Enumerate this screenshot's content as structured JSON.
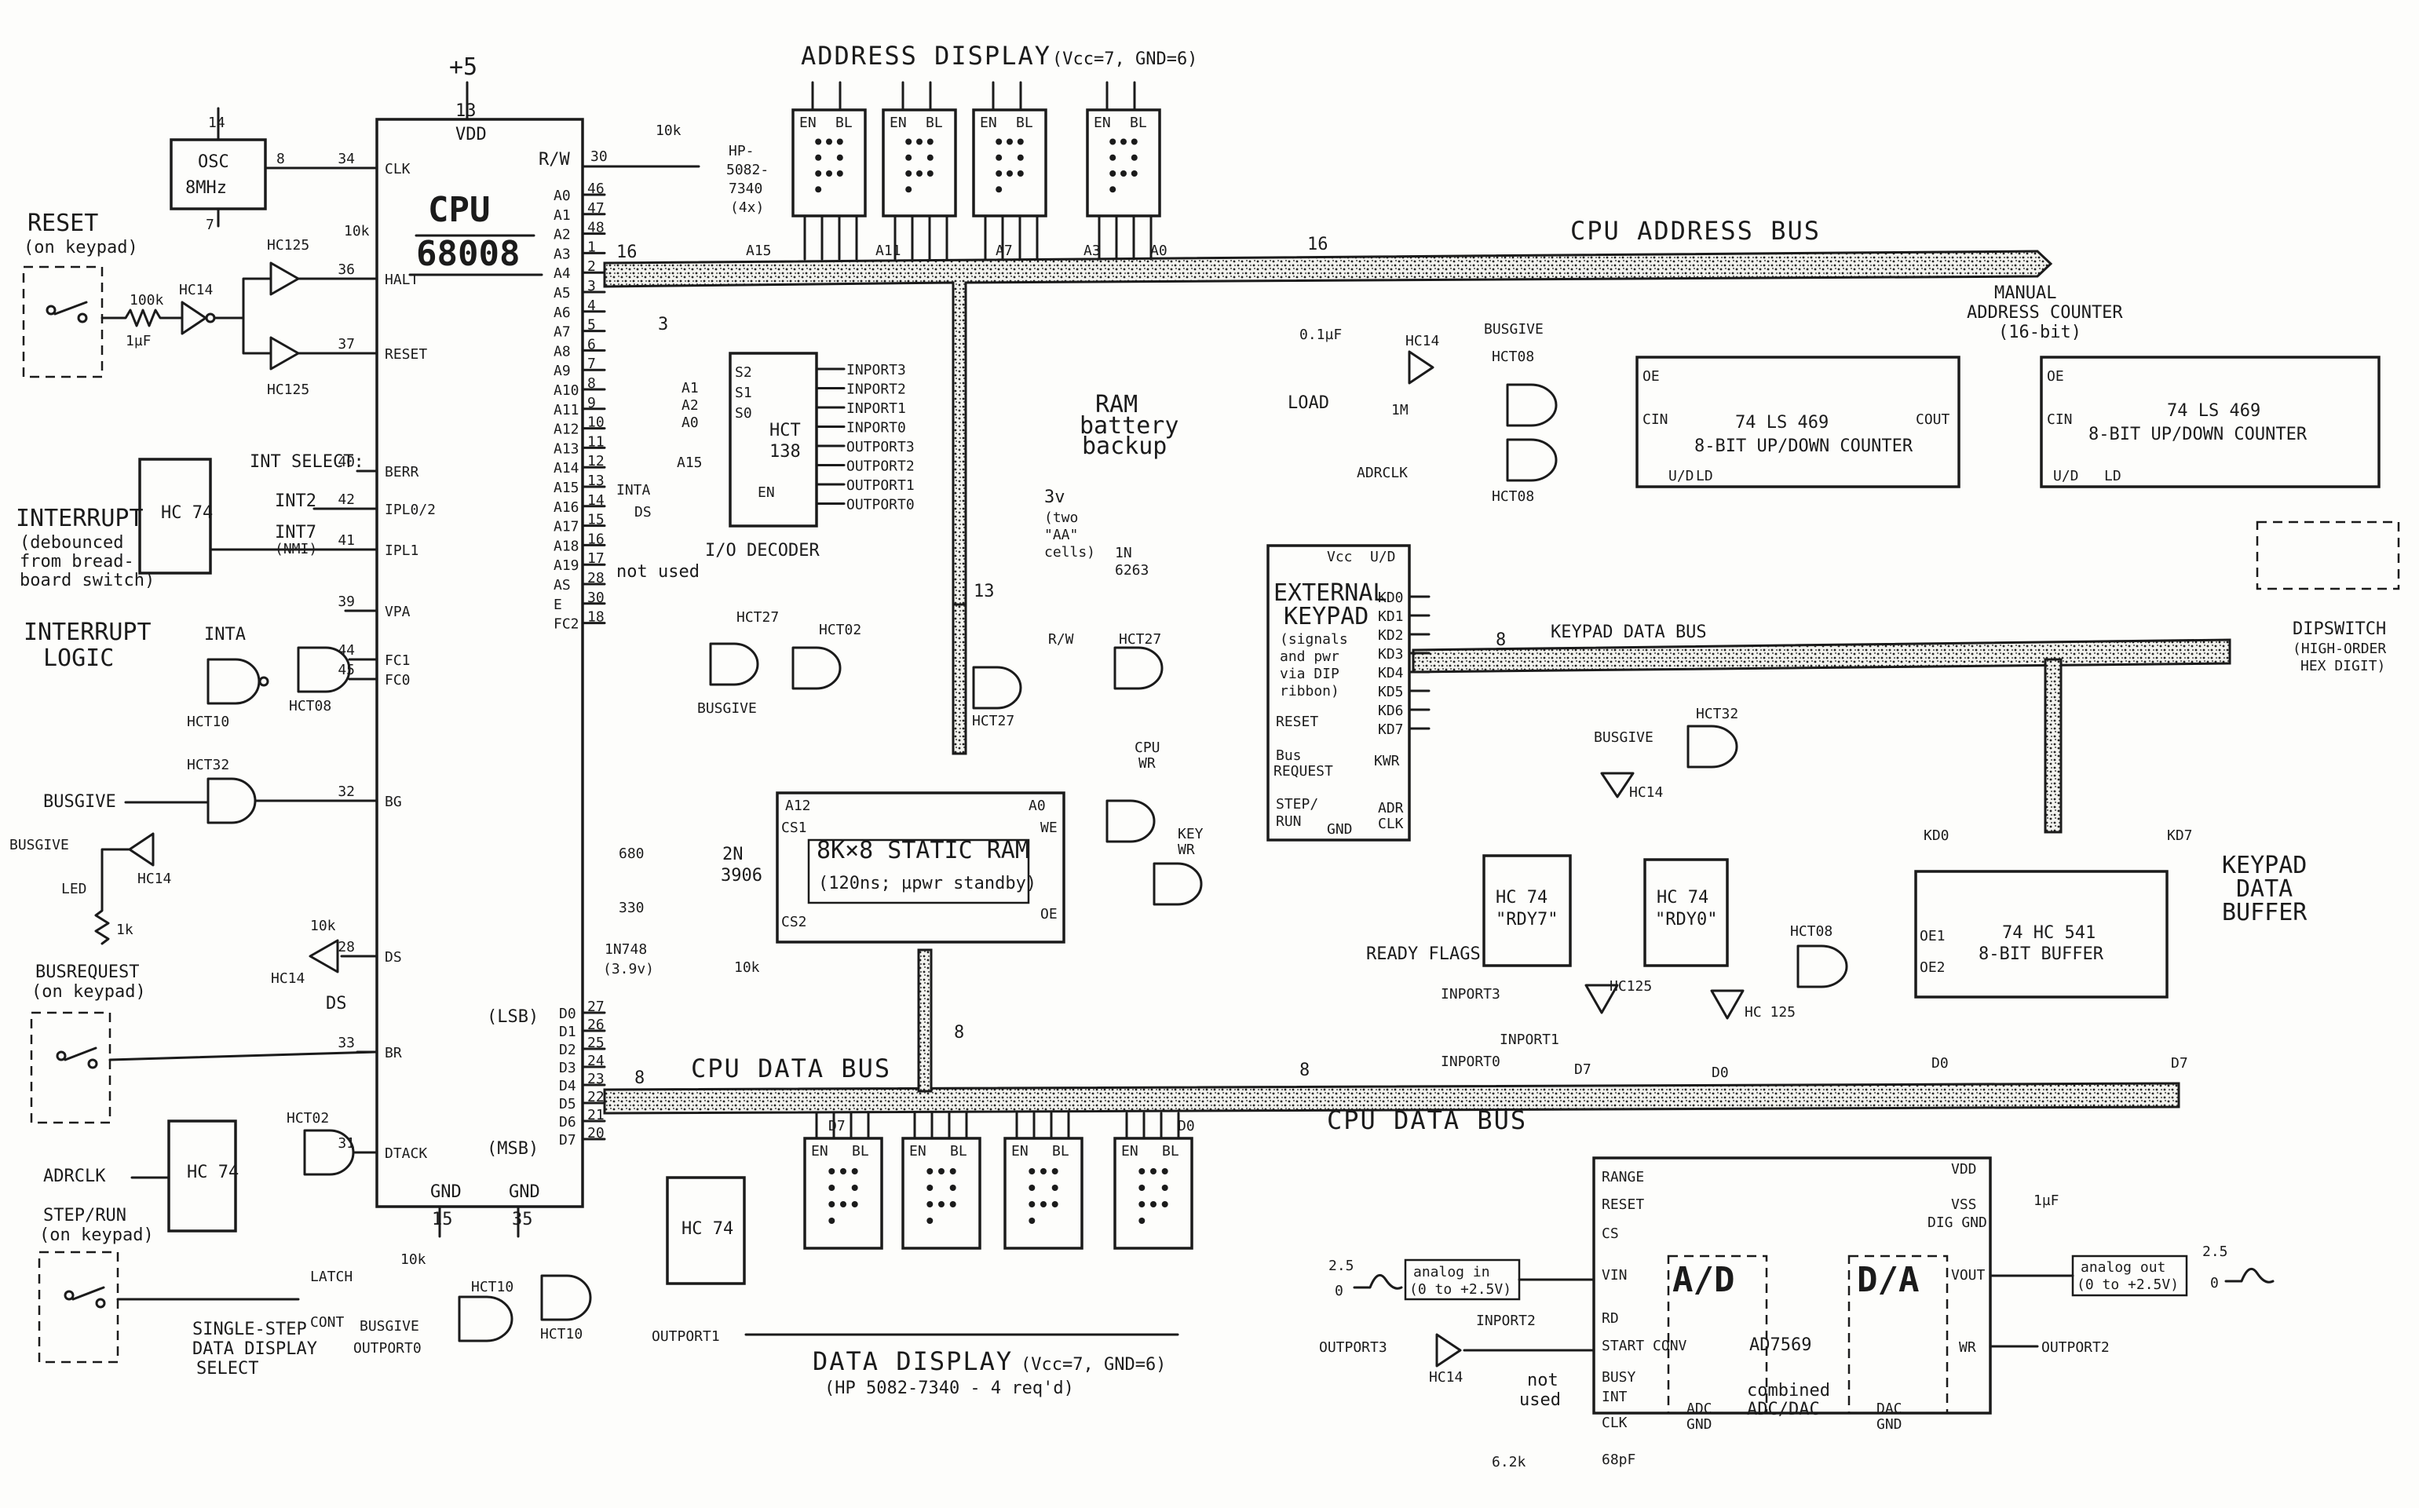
{
  "cpu": {
    "title": "CPU",
    "part": "68008",
    "vdd": "VDD",
    "plus5": "+5",
    "gnd_left": "GND",
    "gnd_right": "GND",
    "pin13": "13",
    "pin15": "15",
    "pin35": "35",
    "left_pins": [
      {
        "num": "34",
        "name": "CLK"
      },
      {
        "num": "36",
        "name": "HALT"
      },
      {
        "num": "37",
        "name": "RESET"
      },
      {
        "num": "40",
        "name": "BERR"
      },
      {
        "num": "42",
        "name": "IPL0/2"
      },
      {
        "num": "41",
        "name": "IPL1"
      },
      {
        "num": "39",
        "name": "VPA"
      },
      {
        "num": "44",
        "name": "FC1"
      },
      {
        "num": "45",
        "name": "FC0"
      },
      {
        "num": "32",
        "name": "BG"
      },
      {
        "num": "28",
        "name": "DS"
      },
      {
        "num": "33",
        "name": "BR"
      },
      {
        "num": "31",
        "name": "DTACK"
      }
    ],
    "addr_pins": [
      "A0",
      "A1",
      "A2",
      "A3",
      "A4",
      "A5",
      "A6",
      "A7",
      "A8",
      "A9",
      "A10",
      "A11",
      "A12",
      "A13",
      "A14",
      "A15",
      "A16",
      "A17",
      "A18",
      "A19",
      "AS",
      "E",
      "FC2"
    ],
    "addr_nums": [
      "46",
      "47",
      "48",
      "1",
      "2",
      "3",
      "4",
      "5",
      "6",
      "7",
      "8",
      "9",
      "10",
      "11",
      "12",
      "13",
      "14",
      "15",
      "16",
      "17",
      "28",
      "30",
      "18"
    ],
    "rw": "R/W",
    "rw_num": "30",
    "data_pins": [
      "D0",
      "D1",
      "D2",
      "D3",
      "D4",
      "D5",
      "D6",
      "D7"
    ],
    "data_nums": [
      "27",
      "26",
      "25",
      "24",
      "23",
      "22",
      "21",
      "20"
    ],
    "lsb": "(LSB)",
    "msb": "(MSB)",
    "not_used": "not used"
  },
  "osc": {
    "label": "OSC",
    "freq": "8MHz",
    "pin14": "14",
    "pin8": "8",
    "pin7": "7"
  },
  "reset": {
    "label": "RESET",
    "sub": "(on keypad)",
    "r": "100k",
    "c": "1µF",
    "gate1": "HC14",
    "gate2": "HC125",
    "gate3": "HC125",
    "r10k": "10k"
  },
  "interrupt": {
    "label": "INTERRUPT",
    "sub1": "(debounced",
    "sub2": "from bread-",
    "sub3": "board switch)",
    "ff": "HC 74",
    "int_select": "INT SELECT:",
    "int2": "INT2",
    "int7": "INT7",
    "nmi": "(NMI)",
    "logic1": "INTERRUPT",
    "logic2": "LOGIC",
    "inta": "INTA",
    "gate_a": "HCT10",
    "gate_b": "HCT08"
  },
  "busgive": {
    "gate": "HCT32",
    "label": "BUSGIVE",
    "led_label": "BUSGIVE",
    "led": "LED",
    "r": "1k",
    "inv": "HC14"
  },
  "busrequest": {
    "label": "BUSREQUEST",
    "sub": "(on keypad)",
    "inv": "HC14",
    "ds": "DS",
    "r": "10k"
  },
  "dtack": {
    "ff": "HC 74",
    "gate": "HCT02",
    "adrclk": "ADRCLK",
    "step": "STEP/RUN",
    "sub": "(on keypad)",
    "r": "10k",
    "latch": "LATCH",
    "cont": "CONT",
    "single": "SINGLE-STEP",
    "single2": "DATA DISPLAY",
    "single3": "SELECT",
    "busgive": "BUSGIVE",
    "outport0": "OUTPORT0",
    "gate2": "HCT10",
    "gate3": "HCT10"
  },
  "address_display": {
    "title": "ADDRESS DISPLAY",
    "vcc": "(Vcc=7, GND=6)",
    "part1": "HP-",
    "part2": "5082-",
    "part3": "7340",
    "part4": "(4x)",
    "en": "EN",
    "bl": "BL",
    "labels": [
      "A15",
      "A11",
      "A7",
      "A3",
      "A0"
    ],
    "r": "10k"
  },
  "io_decoder": {
    "title": "I/O DECODER",
    "chip1": "HCT",
    "chip2": "138",
    "s2": "S2",
    "s1": "S1",
    "s0": "S0",
    "en": "EN",
    "a1": "A1",
    "a2": "A2",
    "a0": "A0",
    "a15": "A15",
    "inta": "INTA",
    "ds": "DS",
    "outputs": [
      "INPORT3",
      "INPORT2",
      "INPORT1",
      "INPORT0",
      "OUTPORT3",
      "OUTPORT2",
      "OUTPORT1",
      "OUTPORT0"
    ]
  },
  "ram": {
    "title": "8K×8 STATIC RAM",
    "sub": "(120ns; µpwr standby)",
    "a12": "A12",
    "a0": "A0",
    "cs1": "CS1",
    "cs2": "CS2",
    "we": "WE",
    "oe": "OE",
    "battery": "RAM",
    "battery2": "battery",
    "battery3": "backup",
    "cells": "3v",
    "cells2": "(two",
    "cells3": "\"AA\"",
    "cells4": "cells)",
    "diode": "1N",
    "diode2": "6263",
    "transistor": "2N",
    "transistor2": "3906",
    "r680": "680",
    "r330": "330",
    "zener": "1N748",
    "zener2": "(3.9v)",
    "r10k": "10k",
    "hct27": "HCT27",
    "hct02": "HCT02",
    "rw": "R/W",
    "cpuwr": "CPU",
    "cpuwr2": "WR",
    "keywr": "KEY",
    "keywr2": "WR",
    "busgive": "BUSGIVE"
  },
  "buses": {
    "cpu_address": "CPU ADDRESS BUS",
    "cpu_data": "CPU DATA BUS",
    "cpu_data2": "CPU DATA BUS",
    "keypad": "KEYPAD DATA BUS",
    "w16": "16",
    "w8": "8",
    "w13": "13",
    "w3": "3"
  },
  "keypad": {
    "title": "EXTERNAL",
    "title2": "KEYPAD",
    "note1": "(signals",
    "note2": "and pwr",
    "note3": "via DIP",
    "note4": "ribbon)",
    "pins": [
      "KD0",
      "KD1",
      "KD2",
      "KD3",
      "KD4",
      "KD5",
      "KD6",
      "KD7"
    ],
    "reset": "RESET",
    "busreq": "Bus",
    "busreq2": "REQUEST",
    "step": "STEP/",
    "step2": "RUN",
    "kwr": "KWR",
    "adrclk": "ADR",
    "adrclk2": "CLK",
    "vcc": "Vcc",
    "gnd": "GND",
    "ud": "U/D"
  },
  "manual_counter": {
    "title": "MANUAL",
    "title2": "ADDRESS COUNTER",
    "title3": "(16-bit)",
    "chip": "74 LS 469",
    "desc": "8-BIT UP/DOWN COUNTER",
    "oe": "OE",
    "cin": "CIN",
    "cout": "COUT",
    "ud": "U/D",
    "ld": "LD",
    "load": "LOAD",
    "cap": "0.1µF",
    "r1m": "1M",
    "hc14": "HC14",
    "hct08": "HCT08",
    "busgive": "BUSGIVE",
    "adrclk": "ADRCLK",
    "dipswitch": "DIPSWITCH",
    "dip2": "(HIGH-ORDER",
    "dip3": "HEX DIGIT)"
  },
  "keypad_buffer": {
    "title": "KEYPAD",
    "title2": "DATA",
    "title3": "BUFFER",
    "chip": "74 HC 541",
    "desc": "8-BIT BUFFER",
    "oe1": "OE1",
    "oe2": "OE2",
    "gate": "HCT08",
    "kd0": "KD0",
    "kd7": "KD7",
    "d0": "D0",
    "d7": "D7"
  },
  "ready_flags": {
    "title": "READY FLAGS",
    "rdy7": "HC 74",
    "rdy7b": "\"RDY7\"",
    "rdy0": "HC 74",
    "rdy0b": "\"RDY0\"",
    "inport3": "INPORT3",
    "inport1": "INPORT1",
    "inport0": "INPORT0",
    "busgive": "BUSGIVE",
    "hct32": "HCT32",
    "hc14": "HC14",
    "hc125": "HC125",
    "hc125b": "HC 125",
    "d7": "D7",
    "d0": "D0"
  },
  "data_display": {
    "title": "DATA DISPLAY",
    "vcc": "(Vcc=7, GND=6)",
    "part": "(HP 5082-7340 - 4 req'd)",
    "ff": "HC 74",
    "outport1": "OUTPORT1",
    "d7": "D7",
    "d0": "D0"
  },
  "adc": {
    "chip": "AD7569",
    "desc": "combined",
    "desc2": "ADC/DAC",
    "ad": "A/D",
    "da": "D/A",
    "range": "RANGE",
    "reset": "RESET",
    "cs": "CS",
    "vin": "VIN",
    "rd": "RD",
    "startconv": "START CONV",
    "busy": "BUSY",
    "int": "INT",
    "clk": "CLK",
    "adcgnd": "ADC",
    "adcgnd2": "GND",
    "dacgnd": "DAC",
    "dacgnd2": "GND",
    "vdd": "VDD",
    "vss": "VSS",
    "diggnd": "DIG GND",
    "vout": "VOUT",
    "wr": "WR",
    "analog_in": "analog in",
    "analog_in2": "(0 to +2.5V)",
    "analog_out": "analog out",
    "analog_out2": "(0 to +2.5V)",
    "inport2": "INPORT2",
    "outport3": "OUTPORT3",
    "outport2": "OUTPORT2",
    "hc14": "HC14",
    "not_used": "not",
    "not_used2": "used",
    "r": "6.2k",
    "c": "68pF",
    "cap": "1µF",
    "v25": "2.5",
    "v0": "0"
  }
}
